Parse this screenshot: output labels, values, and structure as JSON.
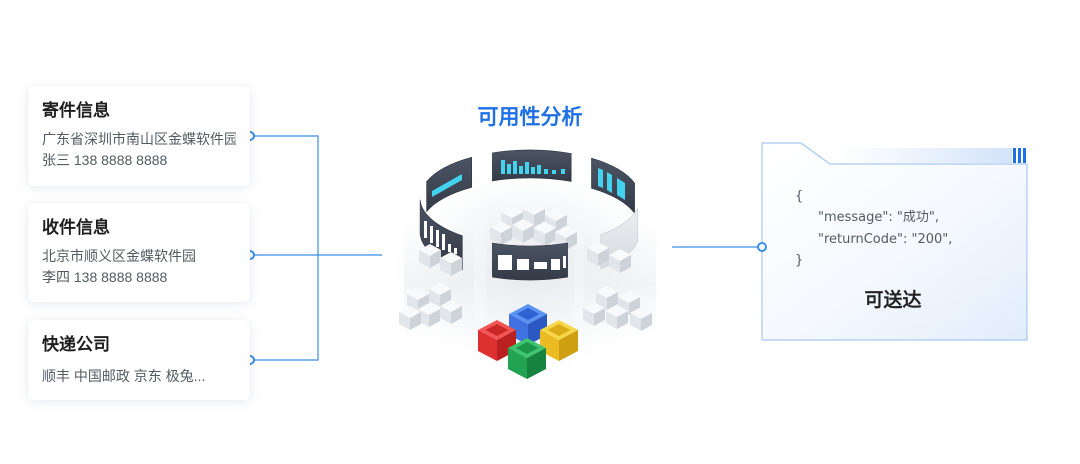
{
  "cards": [
    {
      "title": "寄件信息",
      "lines": [
        "广东省深圳市南山区金蝶软件园",
        "张三 138 8888 8888"
      ]
    },
    {
      "title": "收件信息",
      "lines": [
        "北京市顺义区金蝶软件园",
        "李四 138 8888 8888"
      ]
    },
    {
      "title": "快递公司",
      "lines": [
        "顺丰 中国邮政 京东 极兔..."
      ]
    }
  ],
  "analysis": {
    "title": "可用性分析"
  },
  "result": {
    "code": [
      "{",
      "\"message\": \"成功\",",
      "\"returnCode\": \"200\",",
      "}"
    ],
    "status": "可送达",
    "corner_icon": "stripes-icon"
  },
  "colors": {
    "accent": "#1f6fe5",
    "connector": "#3a8ee6",
    "panel_border": "#a8c8f1"
  }
}
